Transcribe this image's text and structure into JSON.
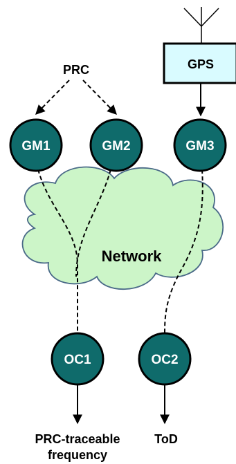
{
  "diagram": {
    "source_label": "PRC",
    "gps_label": "GPS",
    "network_label": "Network",
    "nodes": {
      "gm1": "GM1",
      "gm2": "GM2",
      "gm3": "GM3",
      "oc1": "OC1",
      "oc2": "OC2"
    },
    "outputs": {
      "oc1_line1": "PRC-traceable",
      "oc1_line2": "frequency",
      "oc2": "ToD"
    }
  },
  "colors": {
    "node_fill": "#0f6b6b",
    "node_stroke": "#000000",
    "cloud_fill": "#ccf5c8",
    "cloud_stroke": "#4a6a88",
    "gps_fill": "#d9fbff"
  }
}
